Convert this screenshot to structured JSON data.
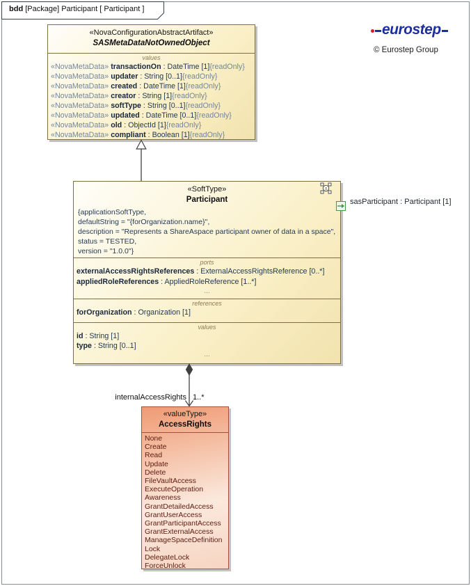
{
  "frame": {
    "tab_kind": "bdd",
    "tab_rest": " [Package] Participant [ Participant ]"
  },
  "branding": {
    "logo_text": "eurostep",
    "copyright": "© Eurostep Group"
  },
  "classes": {
    "sas_meta": {
      "stereotype": "«NovaConfigurationAbstractArtifact»",
      "name": "SASMetaDataNotOwnedObject",
      "values_label": "values",
      "attributes": [
        {
          "stereotype": "«NovaMetaData»",
          "name": "transactionOn",
          "type": " : DateTime [1]",
          "tag": "{readOnly}"
        },
        {
          "stereotype": "«NovaMetaData»",
          "name": "updater",
          "type": " : String [0..1]",
          "tag": "{readOnly}"
        },
        {
          "stereotype": "«NovaMetaData»",
          "name": "created",
          "type": " : DateTime [1]",
          "tag": "{readOnly}"
        },
        {
          "stereotype": "«NovaMetaData»",
          "name": "creator",
          "type": " : String [1]",
          "tag": "{readOnly}"
        },
        {
          "stereotype": "«NovaMetaData»",
          "name": "softType",
          "type": " : String [0..1]",
          "tag": "{readOnly}"
        },
        {
          "stereotype": "«NovaMetaData»",
          "name": "updated",
          "type": " : DateTime [0..1]",
          "tag": "{readOnly}"
        },
        {
          "stereotype": "«NovaMetaData»",
          "name": "old",
          "type": " : ObjectId [1]",
          "tag": "{readOnly}"
        },
        {
          "stereotype": "«NovaMetaData»",
          "name": "compliant",
          "type": " : Boolean [1]",
          "tag": "{readOnly}"
        }
      ]
    },
    "participant": {
      "stereotype": "«SoftType»",
      "name": "Participant",
      "constraints": [
        "{applicationSoftType,",
        "defaultString = \"{forOrganization.name}\",",
        "description = \"Represents a ShareAspace participant owner of data in a space\",",
        "status = TESTED,",
        "version = \"1.0.0\"}"
      ],
      "ports_label": "ports",
      "ports": [
        {
          "name": "externalAccessRightsReferences",
          "type": " : ExternalAccessRightsReference [0..*]"
        },
        {
          "name": "appliedRoleReferences",
          "type": " : AppliedRoleReference [1..*]"
        }
      ],
      "ports_more": "...",
      "references_label": "references",
      "references": [
        {
          "name": "forOrganization",
          "type": " : Organization [1]"
        }
      ],
      "values_label": "values",
      "values": [
        {
          "name": "id",
          "type": " : String [1]"
        },
        {
          "name": "type",
          "type": " : String [0..1]"
        }
      ],
      "values_more": "...",
      "proxy_port_label": "sasParticipant : Participant [1]"
    },
    "access_rights": {
      "stereotype": "«valueType»",
      "name": "AccessRights",
      "literals": [
        "None",
        "Create",
        "Read",
        "Update",
        "Delete",
        "FileVaultAccess",
        "ExecuteOperation",
        "Awareness",
        "GrantDetailedAccess",
        "GrantUserAccess",
        "GrantParticipantAccess",
        "GrantExternalAccess",
        "ManageSpaceDefinition",
        "Lock",
        "DelegateLock",
        "ForceUnlock"
      ]
    }
  },
  "relations": {
    "composition_name": "internalAccessRights",
    "composition_multiplicity": "1..*"
  },
  "colors": {
    "box_border": "#7d6e44",
    "box_fill_light": "#fffef9",
    "box_fill_dark": "#f2e3ae",
    "compartment_label": "#8a7c52",
    "metadata_text": "#72879a",
    "body_text": "#233a54",
    "name_text": "#18283d",
    "valuetype_border": "#a0503c",
    "valuetype_fill_dark": "#ef9b74",
    "valuetype_fill_light": "#fbe9dd",
    "valuetype_text": "#5e1b10",
    "port_green": "#44944a",
    "line": "#3f3f3f",
    "logo_blue": "#1b2f9e",
    "logo_red": "#d1202a"
  }
}
